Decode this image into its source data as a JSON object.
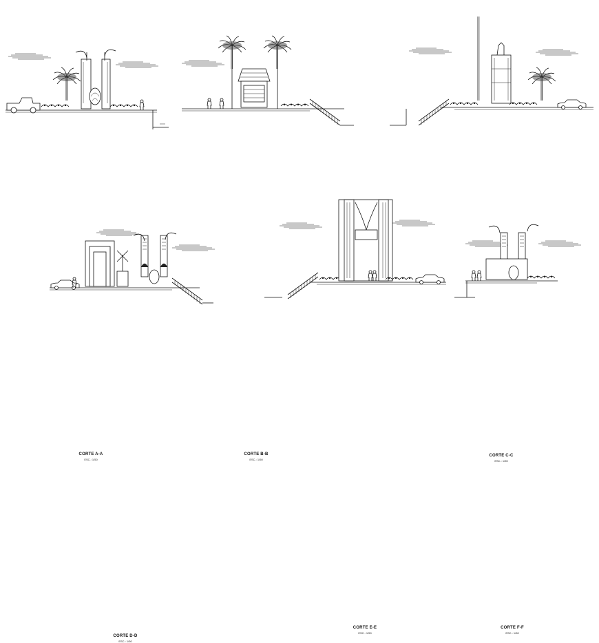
{
  "sections": [
    {
      "id": "a",
      "title": "CORTE A-A",
      "scale": "ESC.: 1/50"
    },
    {
      "id": "b",
      "title": "CORTE B-B",
      "scale": "ESC.: 1/50"
    },
    {
      "id": "c",
      "title": "CORTE C-C",
      "scale": "ESC.: 1/50"
    },
    {
      "id": "d",
      "title": "CORTE D-D",
      "scale": "ESC.: 1/50"
    },
    {
      "id": "e",
      "title": "CORTE E-E",
      "scale": "ESC.: 1/50"
    },
    {
      "id": "f",
      "title": "CORTE F-F",
      "scale": "ESC.: 1/50"
    }
  ]
}
